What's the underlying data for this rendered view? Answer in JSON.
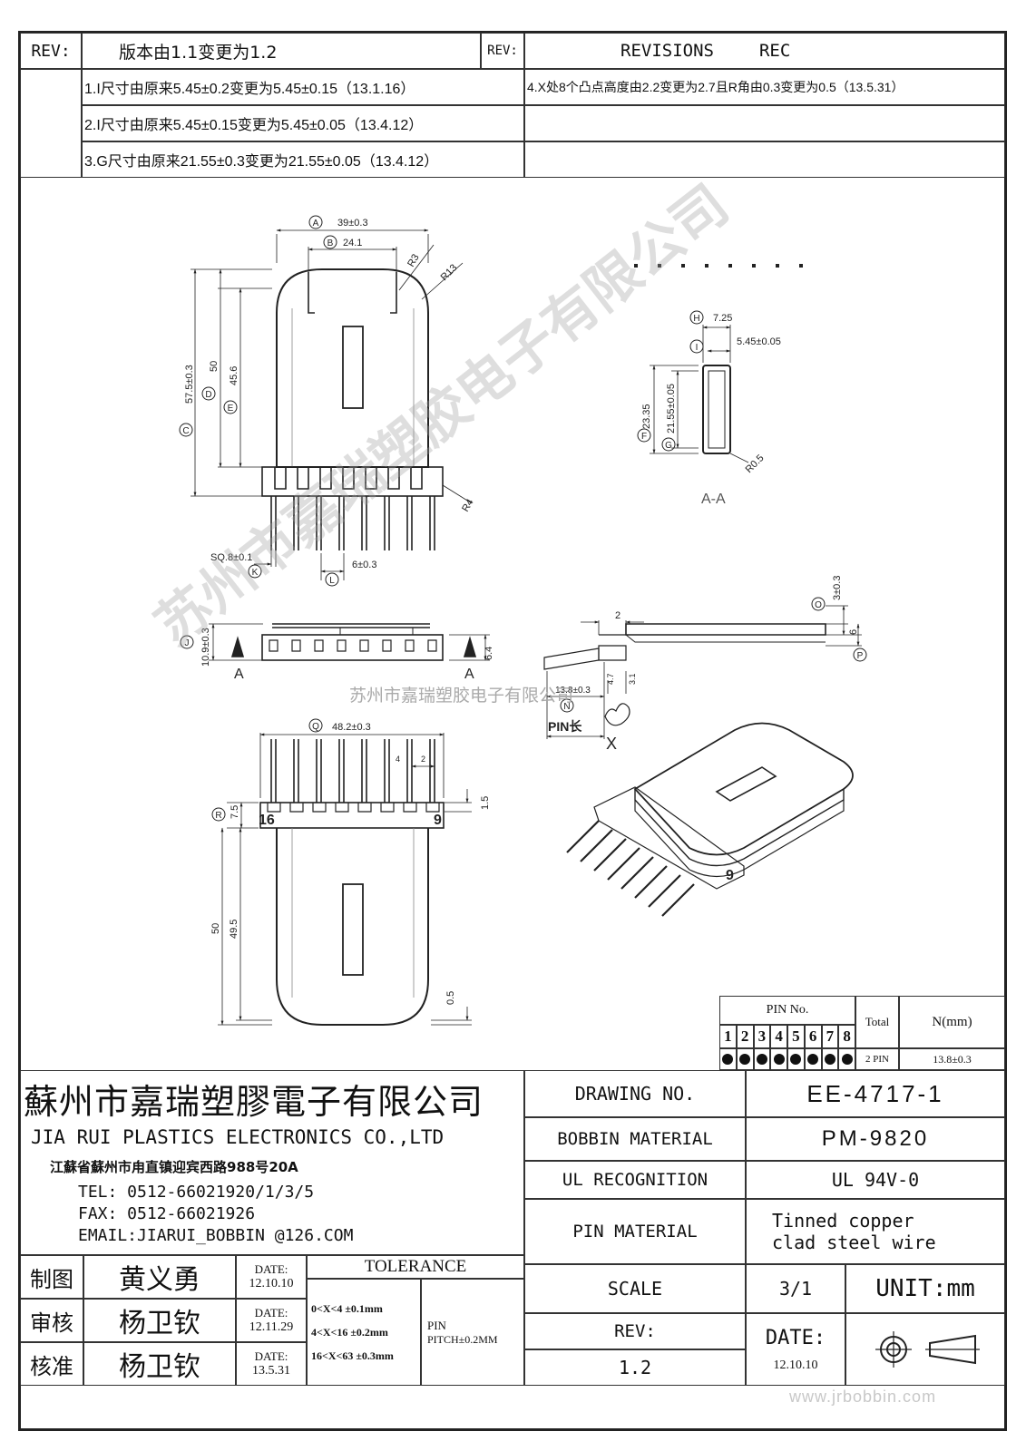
{
  "revision_table": {
    "rev_header": "REV:",
    "rev_title": "版本由1.1变更为1.2",
    "rev_header_2": "REV:",
    "revisions_label": "REVISIONS",
    "rec_label": "REC",
    "rows_left": [
      "1.I尺寸由原来5.45±0.2变更为5.45±0.15（13.1.16）",
      "2.I尺寸由原来5.45±0.15变更为5.45±0.05（13.4.12）",
      "3.G尺寸由原来21.55±0.3变更为21.55±0.05（13.4.12）"
    ],
    "rows_right": [
      "4.X处8个凸点高度由2.2变更为2.7且R角由0.3变更为0.5（13.5.31）",
      "",
      ""
    ]
  },
  "dims": {
    "A": "39±0.3",
    "B": "24.1",
    "R3": "R3",
    "R13": "R13",
    "C": "57.5±0.3",
    "D": "50",
    "E": "45.6",
    "R4": "R4",
    "K": "SQ.8±0.1",
    "L": "6±0.3",
    "H": "7.25",
    "I": "5.45±0.05",
    "F": "23.35",
    "G": "21.55±0.05",
    "R05": "R0.5",
    "section": "A-A",
    "J": "10.9±0.3",
    "d64": "6.4",
    "A_left": "A",
    "A_right": "A",
    "d2": "2",
    "O": "3±0.3",
    "d6": "6",
    "N": "13.8±0.3",
    "d47": "4.7",
    "d31": "3.1",
    "pin_len": "PIN长",
    "X": "X",
    "Q": "48.2±0.3",
    "d4": "4",
    "d2b": "2",
    "R": "7.5",
    "d15": "1.5",
    "d50": "50",
    "d495": "49.5",
    "d05": "0.5",
    "pin16": "16",
    "pin9": "9",
    "pin9b": "9",
    "markers": [
      "A",
      "B",
      "C",
      "D",
      "E",
      "F",
      "G",
      "H",
      "I",
      "J",
      "K",
      "L",
      "N",
      "O",
      "P",
      "Q",
      "R"
    ]
  },
  "watermark": {
    "center_text": "苏州市嘉瑞塑胶电子有限公司",
    "diag_text": "苏州市嘉瑞塑胶电子有限公司",
    "site": "www.jrbobbin.com"
  },
  "pin_table": {
    "pin_no_label": "PIN No.",
    "pins": [
      "1",
      "2",
      "3",
      "4",
      "5",
      "6",
      "7",
      "8"
    ],
    "total_label": "Total",
    "n_label": "N(mm)",
    "total_value": "2 PIN",
    "n_value": "13.8±0.3"
  },
  "company": {
    "name_cn": "蘇州市嘉瑞塑膠電子有限公司",
    "name_en": "JIA RUI PLASTICS ELECTRONICS CO.,LTD",
    "address": "江蘇省蘇州市甪直镇迎宾西路988号20A",
    "tel": "TEL: 0512-66021920/1/3/5",
    "fax": "FAX: 0512-66021926",
    "email": "EMAIL:JIARUI_BOBBIN @126.COM"
  },
  "signoff": [
    {
      "role": "制图",
      "name": "黄义勇",
      "date_label": "DATE:",
      "date": "12.10.10"
    },
    {
      "role": "审核",
      "name": "杨卫钦",
      "date_label": "DATE:",
      "date": "12.11.29"
    },
    {
      "role": "核准",
      "name": "杨卫钦",
      "date_label": "DATE:",
      "date": "13.5.31"
    }
  ],
  "tolerance": {
    "title": "TOLERANCE",
    "rows": [
      "0<X<4  ±0.1mm",
      "4<X<16 ±0.2mm",
      "16<X<63 ±0.3mm"
    ],
    "pin_label": "PIN",
    "pin_pitch": "PITCH±0.2MM"
  },
  "spec": {
    "drawing_no_label": "DRAWING  NO.",
    "drawing_no": "EE-4717-1",
    "bobbin_material_label": "BOBBIN  MATERIAL",
    "bobbin_material": "PM-9820",
    "ul_label": "UL RECOGNITION",
    "ul_value": "UL 94V-0",
    "pin_material_label": "PIN MATERIAL",
    "pin_material_1": "Tinned copper",
    "pin_material_2": "clad steel wire",
    "scale_label": "SCALE",
    "scale": "3/1",
    "unit": "UNIT:mm",
    "rev_label": "REV:",
    "rev": "1.2",
    "date_label": "DATE:",
    "date": "12.10.10"
  }
}
